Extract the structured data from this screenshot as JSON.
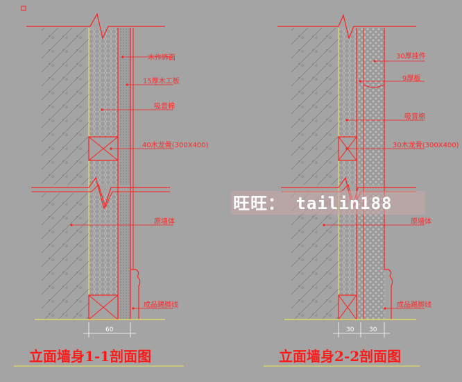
{
  "colors": {
    "background": "#a4a4a4",
    "line": "#ff2020",
    "dim": "#ffffff",
    "hatch": "#707070",
    "yellow": "#e8e85a"
  },
  "sections": [
    {
      "title": "立面墙身1-1剖面图",
      "labels": [
        "木作饰面",
        "15厚木工板",
        "吸音棉",
        "40木龙骨(300X400)",
        "原墙体",
        "成品踢脚线"
      ],
      "dimensions": [
        "60"
      ]
    },
    {
      "title": "立面墙身2-2剖面图",
      "labels": [
        "30厚挂件",
        "9厚板",
        "吸音棉",
        "30木龙骨(300X400)",
        "原墙体",
        "成品踢脚线"
      ],
      "dimensions": [
        "30",
        "30"
      ]
    }
  ],
  "watermark": "旺旺： tailin188"
}
